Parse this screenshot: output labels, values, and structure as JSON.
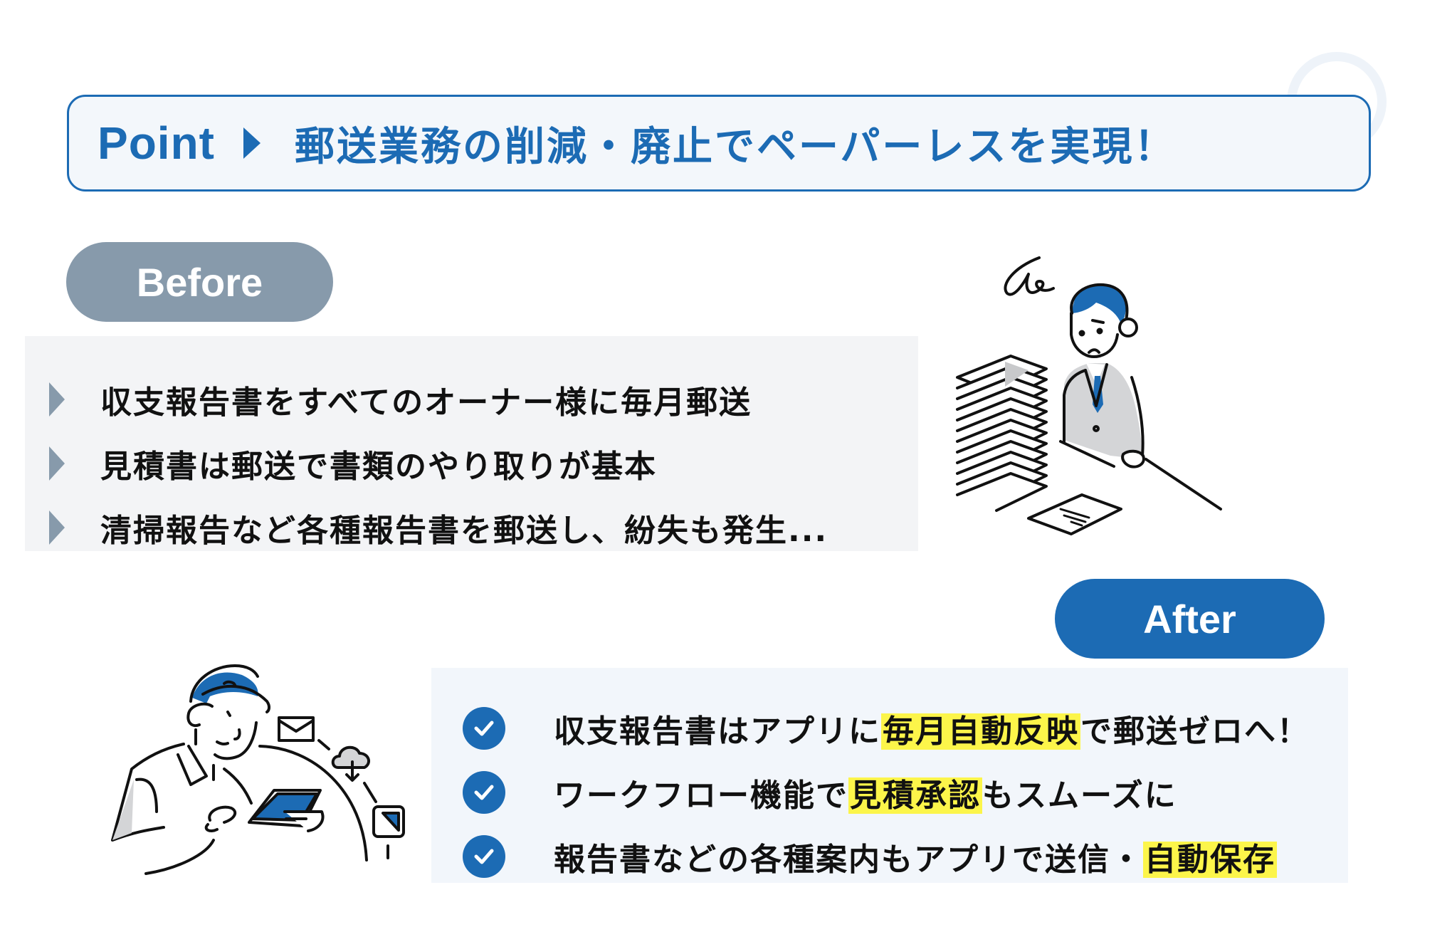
{
  "header": {
    "label": "Point",
    "title": "郵送業務の削減・廃止でペーパーレスを実現！"
  },
  "before": {
    "label": "Before",
    "items": [
      {
        "text": "収支報告書をすべてのオーナー様に毎月郵送"
      },
      {
        "text": "見積書は郵送で書類のやり取りが基本"
      },
      {
        "text": "清掃報告など各種報告書を郵送し、紛失も発生..."
      }
    ]
  },
  "after": {
    "label": "After",
    "items": [
      {
        "pre": "収支報告書はアプリに",
        "highlight": "毎月自動反映",
        "post": "で郵送ゼロへ！"
      },
      {
        "pre": "ワークフロー機能で",
        "highlight": "見積承認",
        "post": "もスムーズに"
      },
      {
        "pre": "報告書などの各種案内もアプリで送信・",
        "highlight": "自動保存",
        "post": ""
      }
    ]
  },
  "colors": {
    "brand_blue": "#1c6bb4",
    "before_gray": "#879aab",
    "highlight_yellow": "#fcf54a",
    "before_bg": "#f3f4f6",
    "after_bg": "#f2f6fb"
  },
  "illustrations": {
    "before": "worried-businessman-with-paper-stack",
    "after": "smiling-worker-with-tablet-mail-cloud-document"
  }
}
